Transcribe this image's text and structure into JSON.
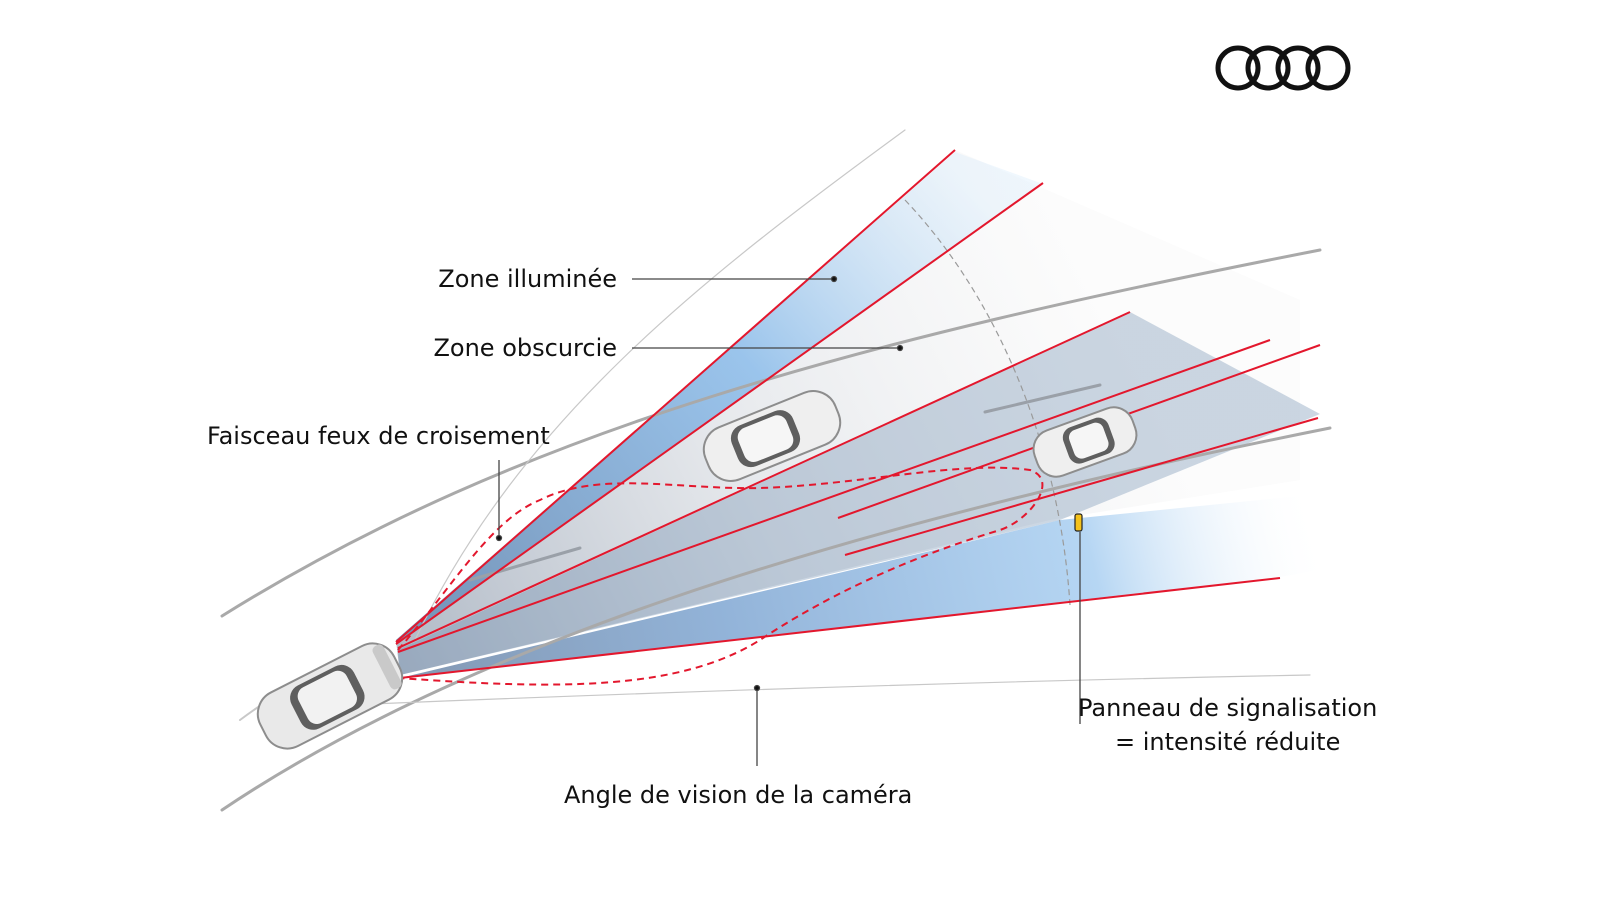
{
  "brand": {
    "logo": "four-rings-logo",
    "color": "#111111"
  },
  "labels": {
    "illuminated_zone": "Zone illuminée",
    "obscured_zone": "Zone obscurcie",
    "low_beam": "Faisceau feux de croisement",
    "camera_angle": "Angle de vision de la caméra",
    "traffic_sign_line1": "Panneau de signalisation",
    "traffic_sign_line2": "= intensité réduite"
  },
  "colors": {
    "beam_edge": "#e3172d",
    "illuminated": "#8fc0ec",
    "road_line": "#a9a9a9",
    "sign": "#f4c21b"
  }
}
